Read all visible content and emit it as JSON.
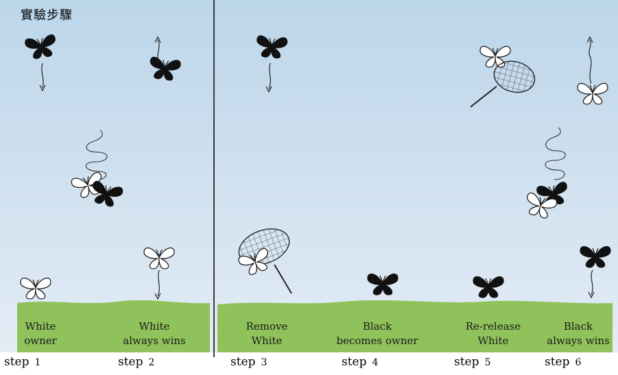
{
  "title": "實驗步驟",
  "colors": {
    "ground": "#8fc25a",
    "background_top": "#bcd6ea",
    "background_bottom": "#dde9f4",
    "butterfly_black": "#111111",
    "butterfly_white": "#ffffff"
  },
  "panels": [
    {
      "caption_line1": "White",
      "caption_line2": "owner",
      "step_word": "step",
      "step_number": "1"
    },
    {
      "caption_line1": "White",
      "caption_line2": "always wins",
      "step_word": "step",
      "step_number": "2"
    },
    {
      "caption_line1": "Remove",
      "caption_line2": "White",
      "step_word": "step",
      "step_number": "3"
    },
    {
      "caption_line1": "Black",
      "caption_line2": "becomes owner",
      "step_word": "step",
      "step_number": "4"
    },
    {
      "caption_line1": "Re-release",
      "caption_line2": "White",
      "step_word": "step",
      "step_number": "5"
    },
    {
      "caption_line1": "Black",
      "caption_line2": "always wins",
      "step_word": "step",
      "step_number": "6"
    }
  ]
}
